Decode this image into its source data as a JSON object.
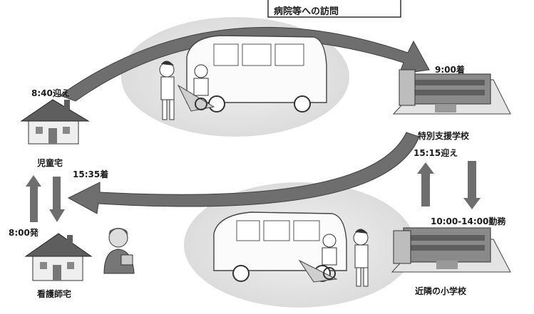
{
  "header": {
    "text": "病院等への訪問"
  },
  "locations": {
    "home": "児童宅",
    "special_school": "特別支援学校",
    "elementary_school": "近隣の小学校",
    "nurse_home": "看護師宅"
  },
  "times": {
    "pickup_morning": "8:40迎え",
    "arrive_school": "9:00着",
    "pickup_afternoon": "15:15迎え",
    "work_hours": "10:00-14:00勤務",
    "arrive_home": "15:35着",
    "depart_nurse": "8:00発"
  },
  "colors": {
    "arrow": "#6e6e6e",
    "ellipse": "#e6e6e6",
    "roof": "#5e5e5e",
    "wall": "#efefef"
  }
}
